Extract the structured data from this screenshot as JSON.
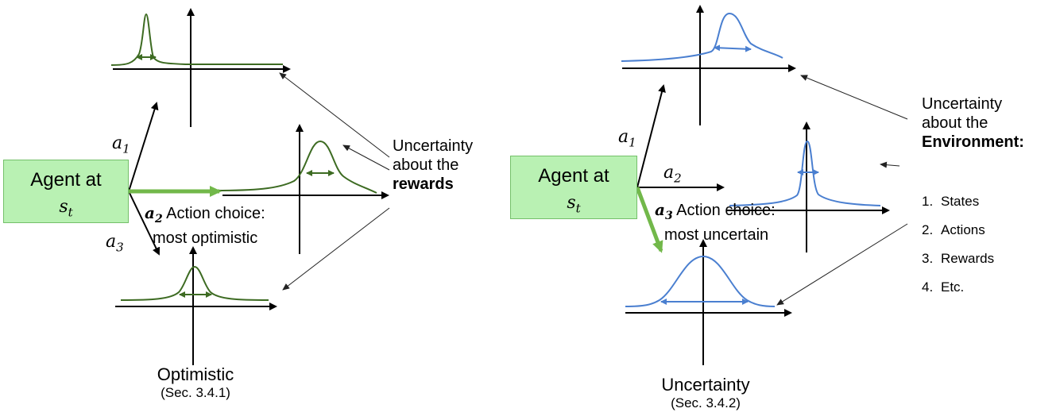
{
  "left_panel": {
    "agent_title": "Agent at",
    "agent_state_var": "s",
    "agent_state_sub": "t",
    "action_labels": [
      {
        "var": "a",
        "sub": "1"
      },
      {
        "var": "a",
        "sub": "3"
      }
    ],
    "chosen_action": {
      "var": "a",
      "sub": "2"
    },
    "choice_line1": "Action choice:",
    "choice_line2": "most optimistic",
    "note_line1": "Uncertainty",
    "note_line2": "about the",
    "note_line3": "rewards",
    "caption": "Optimistic",
    "section": "(Sec. 3.4.1)"
  },
  "right_panel": {
    "agent_title": "Agent at",
    "agent_state_var": "s",
    "agent_state_sub": "t",
    "action_labels": [
      {
        "var": "a",
        "sub": "1"
      },
      {
        "var": "a",
        "sub": "2"
      }
    ],
    "chosen_action": {
      "var": "a",
      "sub": "3"
    },
    "choice_line1": "Action choice:",
    "choice_line2": "most uncertain",
    "note_line1": "Uncertainty",
    "note_line2": "about the",
    "note_line3": "Environment:",
    "note_items": [
      "States",
      "Actions",
      "Rewards",
      "Etc."
    ],
    "note_item_numbers": [
      "1.",
      "2.",
      "3.",
      "4."
    ],
    "caption": "Uncertainty",
    "section": "(Sec. 3.4.2)"
  },
  "colors": {
    "green_curve": "#3d6b22",
    "green_arrow": "#72b84a",
    "agent_box_fill": "#b9f1b3",
    "agent_box_border": "#74c06a",
    "blue_curve": "#4a7fd0"
  }
}
